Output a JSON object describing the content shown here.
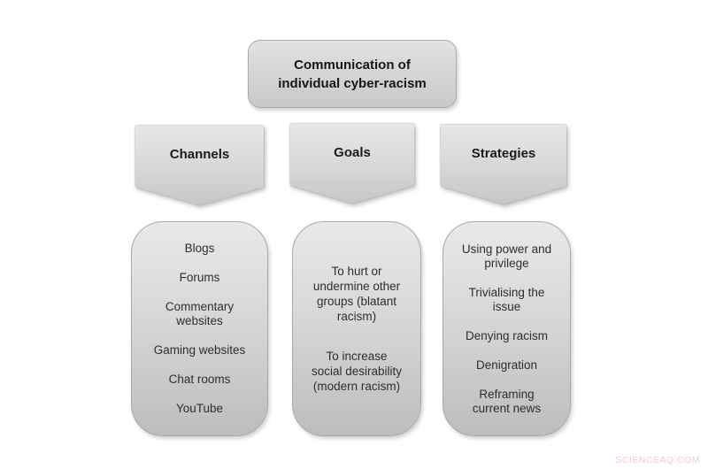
{
  "title": "Communication of\nindividual cyber-racism",
  "columns": [
    {
      "header": "Channels",
      "items": [
        "Blogs",
        "Forums",
        "Commentary\nwebsites",
        "Gaming websites",
        "Chat rooms",
        "YouTube"
      ]
    },
    {
      "header": "Goals",
      "items": [
        "To hurt or\nundermine other\ngroups (blatant\nracism)",
        "To increase\nsocial desirability\n(modern racism)"
      ]
    },
    {
      "header": "Strategies",
      "items": [
        "Using power and\nprivilege",
        "Trivialising the\nissue",
        "Denying racism",
        "Denigration",
        "Reframing\ncurrent news"
      ]
    }
  ],
  "watermark": "SCIENCEAQ.COM",
  "colors": {
    "background": "#ffffff",
    "shape_fill_top": "#e8e8e8",
    "shape_fill_bottom": "#bdbdbd",
    "shape_border": "#a9a9a9",
    "heading_text": "#161616",
    "body_text": "#2e2e2e",
    "watermark_text": "#f2cbcb"
  }
}
